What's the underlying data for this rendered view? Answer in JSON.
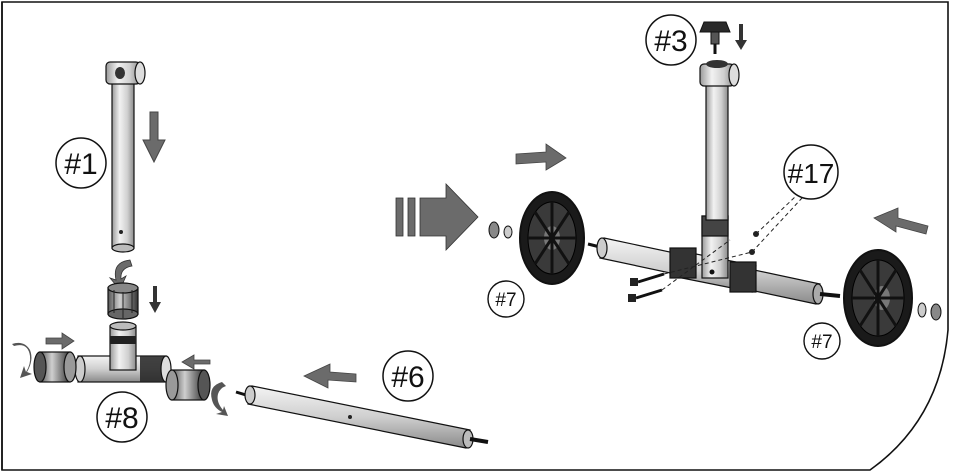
{
  "labels": {
    "part1": "#1",
    "part3": "#3",
    "part6": "#6",
    "part7a": "#7",
    "part7b": "#7",
    "part8": "#8",
    "part17": "#17"
  },
  "colors": {
    "tube_light": "#e6e6e6",
    "tube_mid": "#bdbdbd",
    "tube_dark": "#8a8a8a",
    "fitting_dark": "#3a3a3a",
    "arrow_fill": "#6b6b6b",
    "outline": "#111111",
    "wheel_black": "#1a1a1a"
  },
  "icons": [
    "down-arrow-icon",
    "right-arrow-icon",
    "left-arrow-icon",
    "rotate-arrow-icon",
    "big-direction-arrow-icon"
  ]
}
